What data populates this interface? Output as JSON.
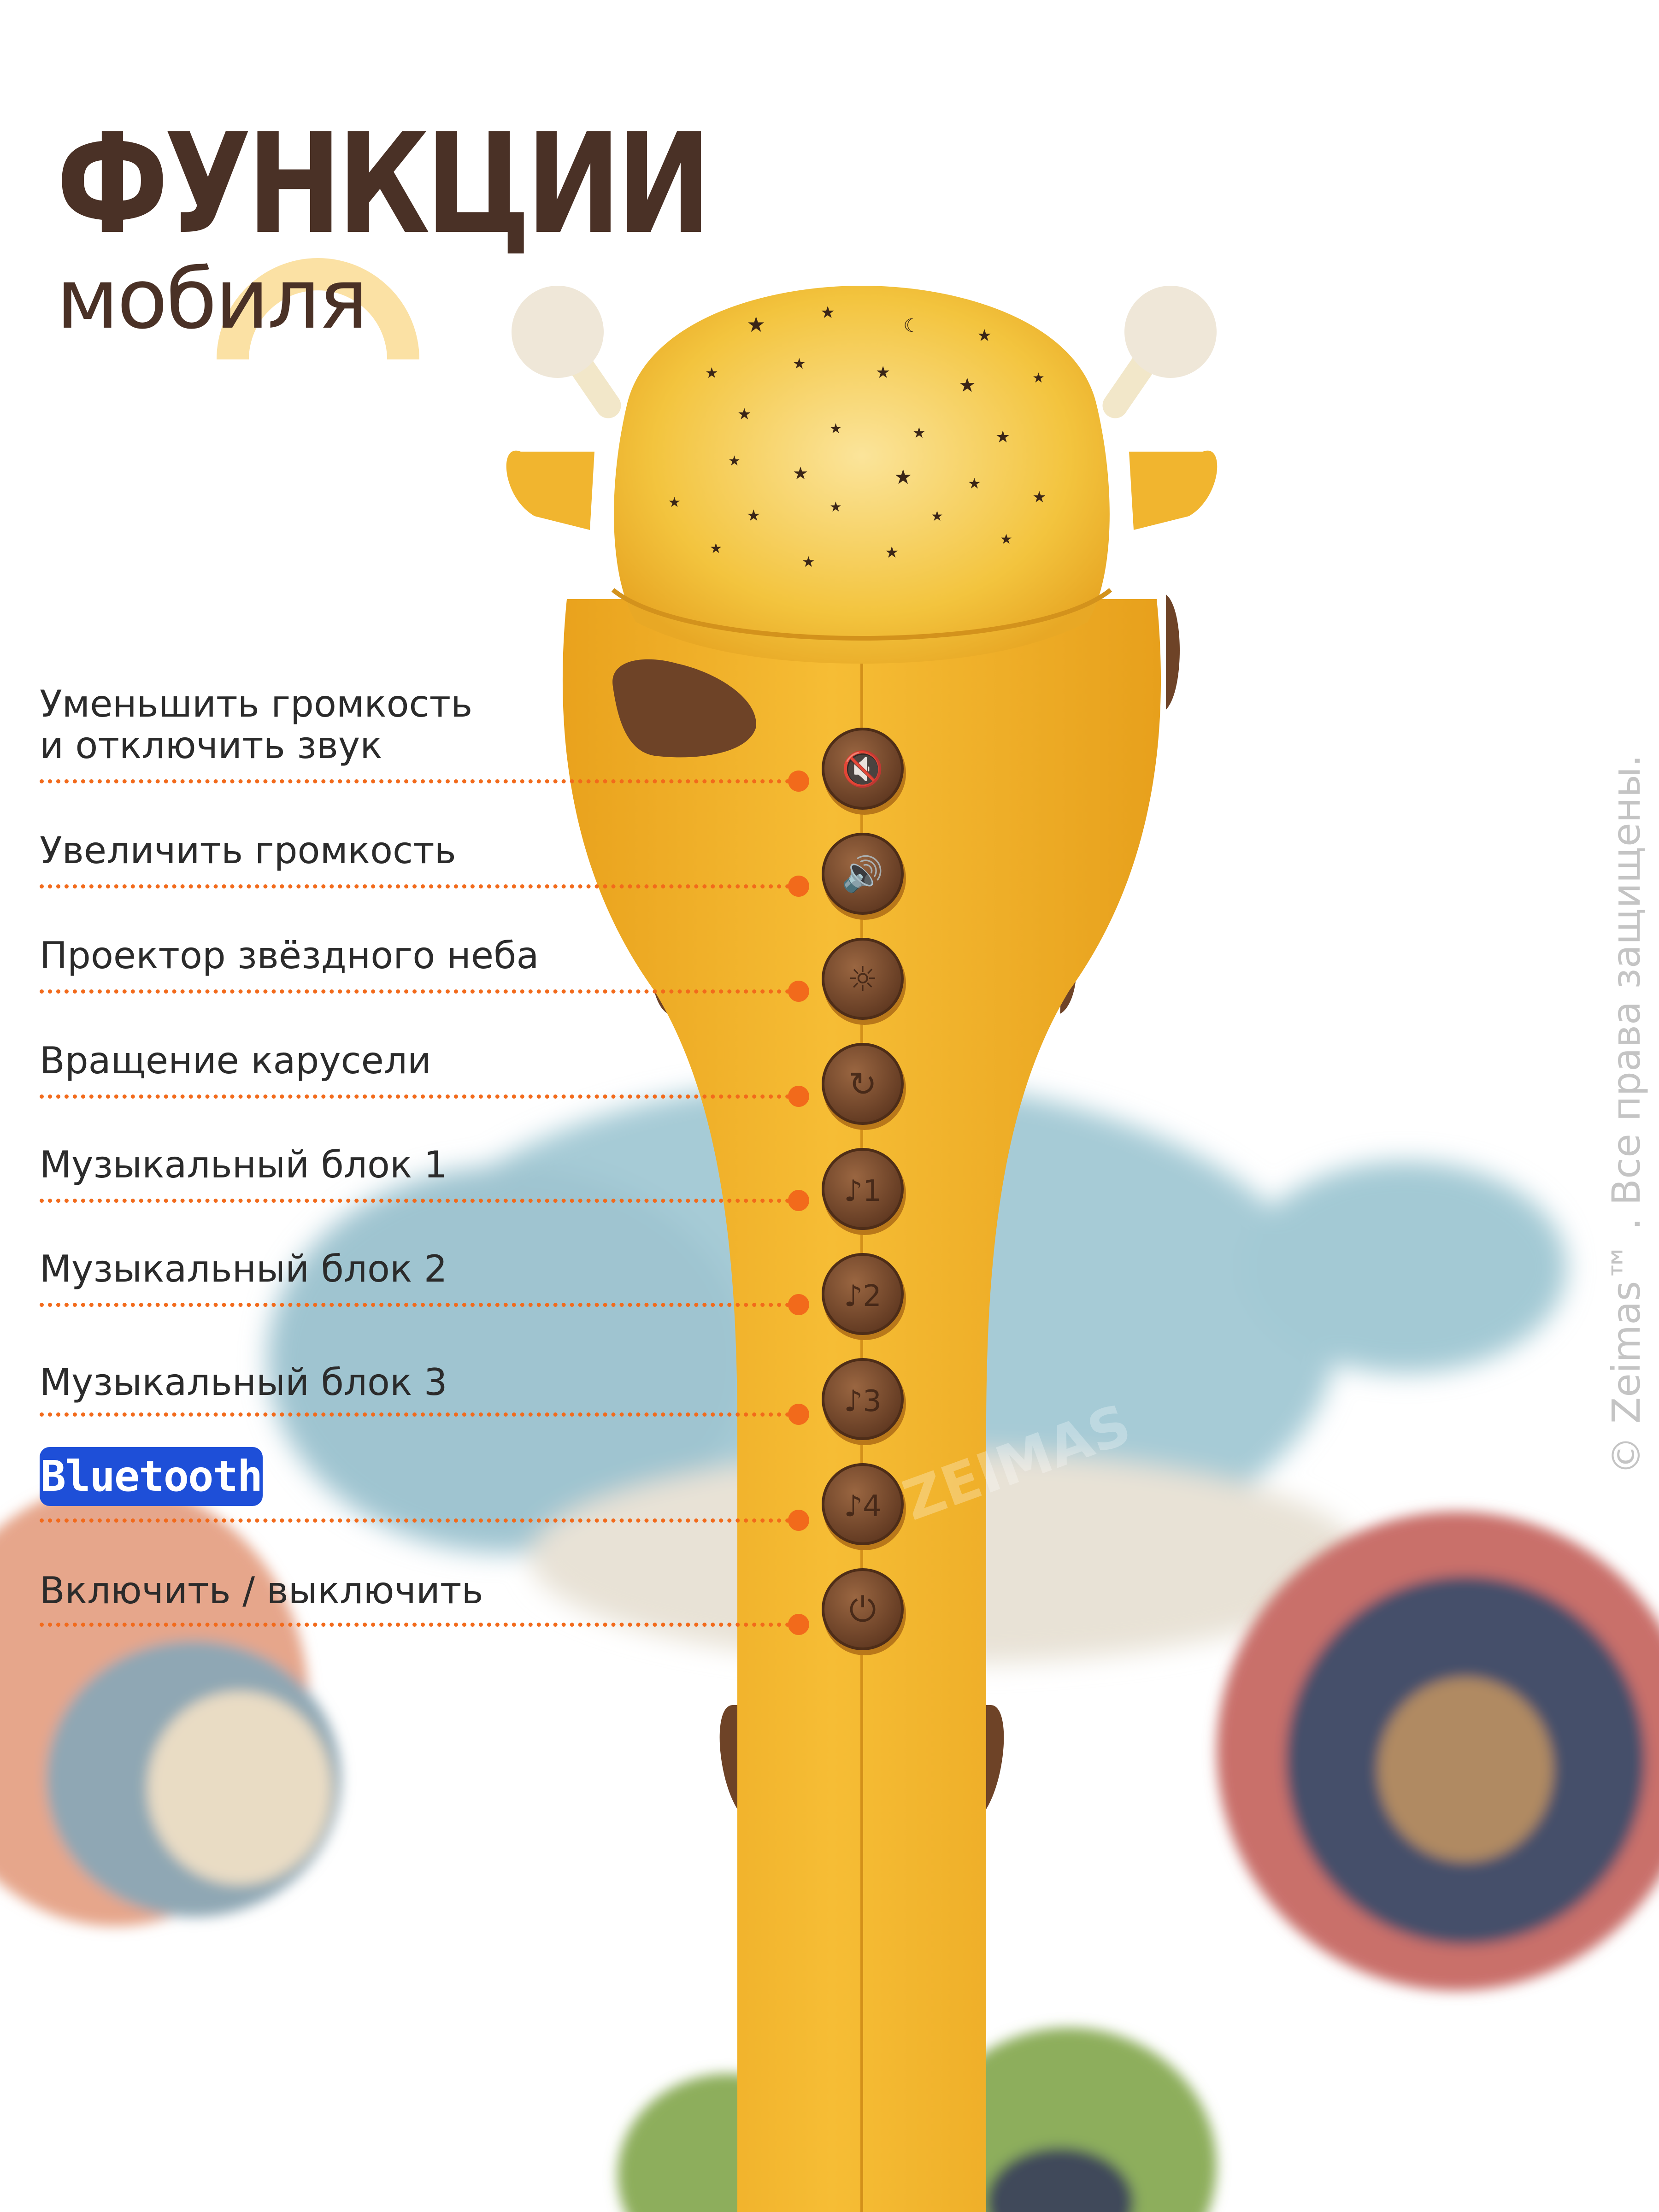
{
  "header": {
    "title": "ФУНКЦИИ",
    "subtitle": "мобиля"
  },
  "functions": [
    {
      "line1": "Уменьшить громкость",
      "line2": "и отключить звук",
      "icon": "mute-volume-icon"
    },
    {
      "line1": "Увеличить громкость",
      "icon": "volume-up-icon"
    },
    {
      "line1": "Проектор звёздного неба",
      "icon": "light-bulb-icon"
    },
    {
      "line1": "Вращение карусели",
      "icon": "rotate-icon"
    },
    {
      "line1": "Музыкальный блок 1",
      "icon": "music-note-1-icon",
      "btn": "1"
    },
    {
      "line1": "Музыкальный блок 2",
      "icon": "music-note-2-icon",
      "btn": "2"
    },
    {
      "line1": "Музыкальный блок 3",
      "icon": "music-note-3-icon",
      "btn": "3"
    },
    {
      "badge": "Bluetooth",
      "icon": "music-note-4-icon",
      "btn": "4"
    },
    {
      "line1": "Включить / выключить",
      "icon": "power-icon"
    }
  ],
  "copyright": "© Zeimas™ . Все права защищены.",
  "watermark": "ZEIMAS",
  "colors": {
    "title": "#4a3126",
    "accent_line": "#f26a1b",
    "bluetooth_badge": "#1e4fd8",
    "giraffe_yellow": "#f3b42b",
    "button_brown": "#7a4a2e",
    "elephant_blue": "#9fc7d3"
  }
}
